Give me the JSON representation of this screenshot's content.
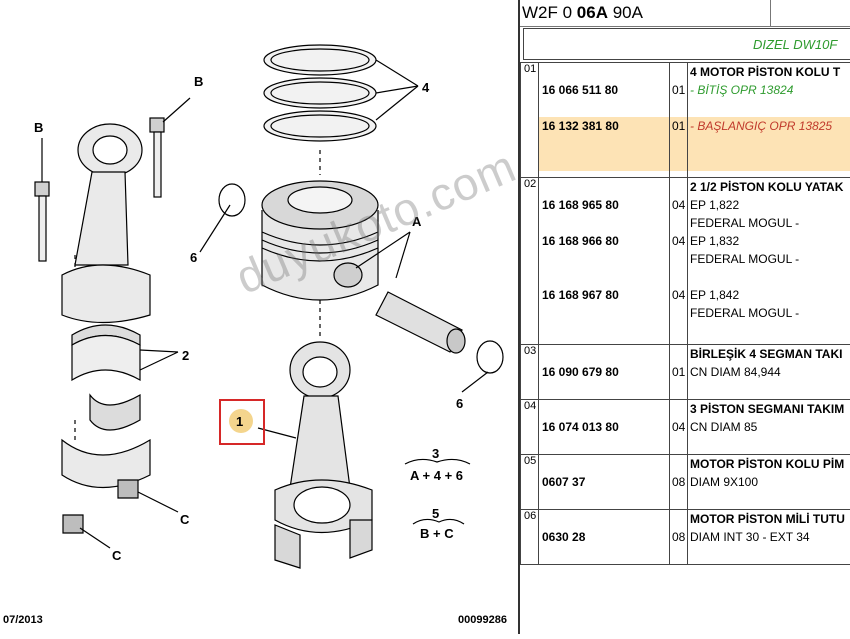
{
  "header": {
    "code_prefix": "W2F 0 ",
    "code_bold": "06A",
    "code_suffix": " 90A"
  },
  "engine_label": "DIZEL DW10F",
  "diagram": {
    "labels": {
      "b": "B",
      "c": "C",
      "two": "2",
      "four": "4",
      "six": "6",
      "a": "A",
      "one": "1",
      "three": "3",
      "five": "5"
    },
    "formula_3": "A + 4 + 6",
    "formula_5": "B + C",
    "date": "07/2013",
    "drawing_no": "00099286"
  },
  "watermark": "duyukoto.com",
  "rows": [
    {
      "index": "01",
      "lines": [
        {
          "ref": "",
          "qty": "",
          "desc": "4 MOTOR PİSTON KOLU T",
          "style": "title"
        },
        {
          "ref": "16 066 511 80",
          "qty": "01",
          "desc": "- BİTİŞ OPR 13824",
          "style": "green"
        },
        {
          "ref": "",
          "qty": "",
          "desc": "",
          "style": ""
        },
        {
          "ref": "16 132 381 80",
          "qty": "01",
          "desc": "- BAŞLANGIÇ OPR 13825",
          "style": "red",
          "highlight": true
        },
        {
          "ref": "",
          "qty": "",
          "desc": "",
          "style": "",
          "highlight": true
        },
        {
          "ref": "",
          "qty": "",
          "desc": "",
          "style": "",
          "highlight": true
        }
      ]
    },
    {
      "index": "02",
      "lines": [
        {
          "ref": "",
          "qty": "",
          "desc": "2 1/2 PİSTON KOLU YATAK",
          "style": "title"
        },
        {
          "ref": "16 168 965 80",
          "qty": "04",
          "desc": "EP 1,822",
          "style": ""
        },
        {
          "ref": "",
          "qty": "",
          "desc": "FEDERAL MOGUL -",
          "style": ""
        },
        {
          "ref": "16 168 966 80",
          "qty": "04",
          "desc": "EP 1,832",
          "style": ""
        },
        {
          "ref": "",
          "qty": "",
          "desc": "FEDERAL MOGUL -",
          "style": ""
        },
        {
          "ref": "",
          "qty": "",
          "desc": "",
          "style": ""
        },
        {
          "ref": "16 168 967 80",
          "qty": "04",
          "desc": "EP 1,842",
          "style": ""
        },
        {
          "ref": "",
          "qty": "",
          "desc": "FEDERAL MOGUL -",
          "style": ""
        },
        {
          "ref": "",
          "qty": "",
          "desc": "",
          "style": ""
        }
      ]
    },
    {
      "index": "03",
      "lines": [
        {
          "ref": "",
          "qty": "",
          "desc": "BİRLEŞİK 4 SEGMAN TAKI",
          "style": "title"
        },
        {
          "ref": "16 090 679 80",
          "qty": "01",
          "desc": "CN DIAM 84,944",
          "style": ""
        },
        {
          "ref": "",
          "qty": "",
          "desc": "",
          "style": ""
        }
      ]
    },
    {
      "index": "04",
      "lines": [
        {
          "ref": "",
          "qty": "",
          "desc": "3 PİSTON SEGMANI TAKIM",
          "style": "title"
        },
        {
          "ref": "16 074 013 80",
          "qty": "04",
          "desc": "CN DIAM 85",
          "style": ""
        },
        {
          "ref": "",
          "qty": "",
          "desc": "",
          "style": ""
        }
      ]
    },
    {
      "index": "05",
      "lines": [
        {
          "ref": "",
          "qty": "",
          "desc": "MOTOR PİSTON KOLU PİM",
          "style": "title"
        },
        {
          "ref": "0607 37",
          "qty": "08",
          "desc": "DIAM 9X100",
          "style": ""
        },
        {
          "ref": "",
          "qty": "",
          "desc": "",
          "style": ""
        }
      ]
    },
    {
      "index": "06",
      "lines": [
        {
          "ref": "",
          "qty": "",
          "desc": "MOTOR PİSTON MİLİ TUTU",
          "style": "title"
        },
        {
          "ref": "0630 28",
          "qty": "08",
          "desc": "DIAM INT 30 - EXT 34",
          "style": ""
        },
        {
          "ref": "",
          "qty": "",
          "desc": "",
          "style": ""
        }
      ]
    }
  ]
}
